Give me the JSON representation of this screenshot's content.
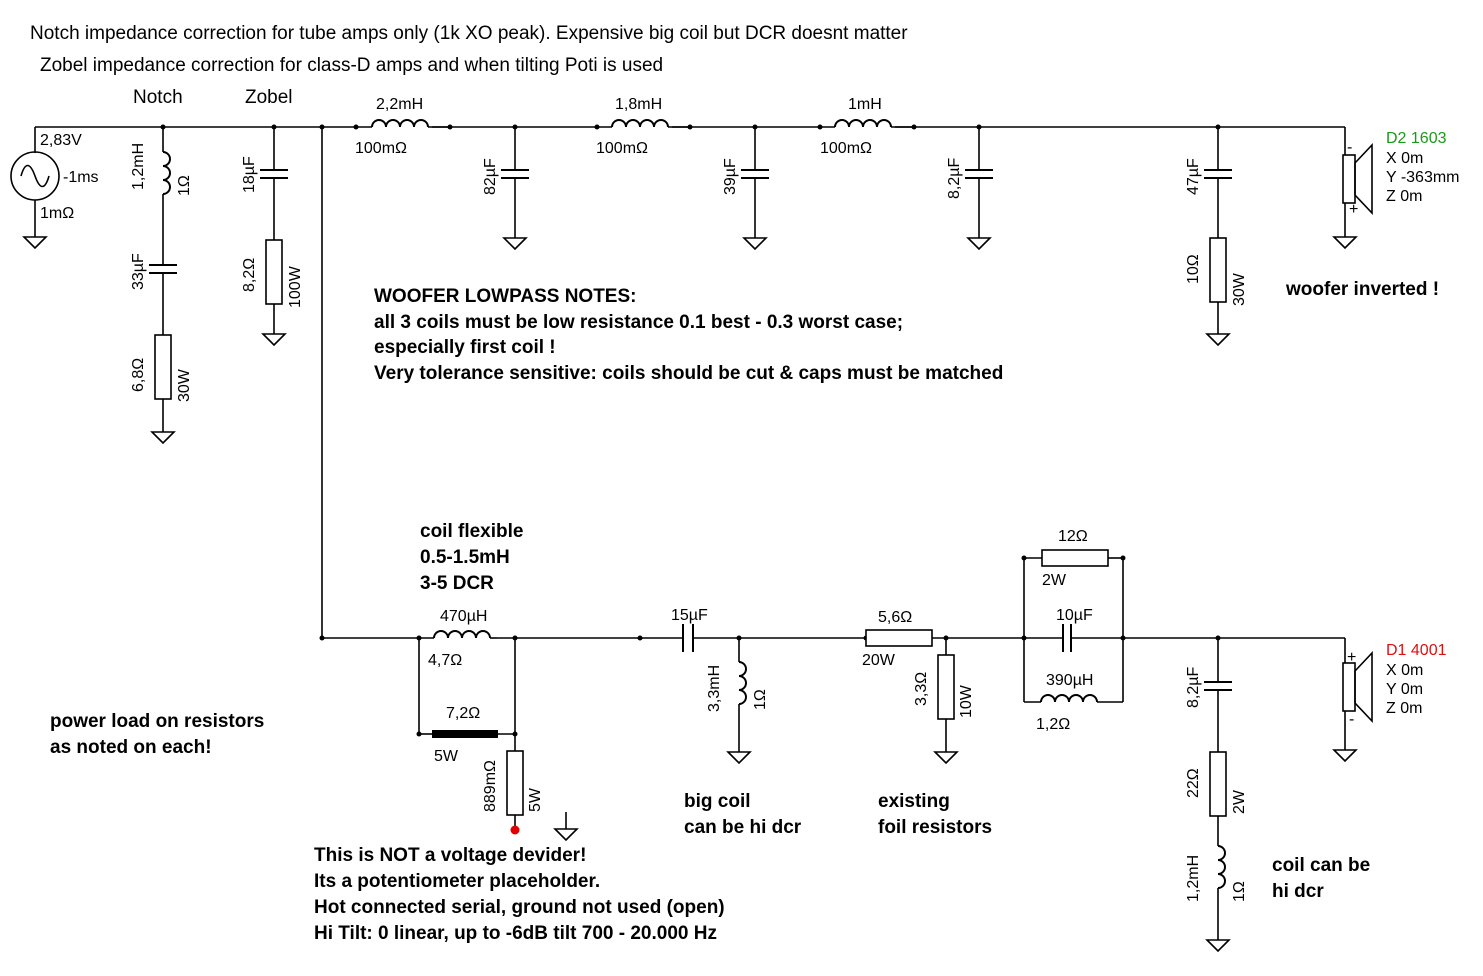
{
  "notes": {
    "notch_title": "Notch impedance correction for tube amps only (1k XO peak). Expensive big coil but DCR doesnt matter",
    "zobel_title": "Zobel impedance correction for class-D amps and when tilting Poti is used",
    "notch_label": "Notch",
    "zobel_label": "Zobel",
    "woofer_lines": [
      "WOOFER LOWPASS NOTES:",
      "all 3 coils must be low resistance 0.1 best - 0.3 worst case;",
      "especially first coil !",
      "Very tolerance sensitive: coils should be cut & caps must be matched"
    ],
    "woofer_inverted": "woofer inverted !",
    "coil_flexible": [
      "coil flexible",
      "0.5-1.5mH",
      "3-5 DCR"
    ],
    "power_load": [
      "power load on resistors",
      "as noted on each!"
    ],
    "big_coil": [
      "big coil",
      "can be hi dcr"
    ],
    "existing": [
      "existing",
      "foil resistors"
    ],
    "coil_hi_dcr": [
      "coil can be",
      "hi dcr"
    ],
    "pot_note": [
      "This is NOT a voltage devider!",
      "Its a potentiometer placeholder.",
      "Hot connected serial, ground not used (open)",
      "Hi Tilt: 0 linear, up to -6dB tilt 700 - 20.000 Hz"
    ]
  },
  "source": {
    "voltage": "2,83V",
    "delay": "-1ms",
    "resistance": "1mΩ"
  },
  "notch": {
    "coil": {
      "value": "1,2mH",
      "dcr": "1Ω"
    },
    "cap": "33µF",
    "res": {
      "value": "6,8Ω",
      "power": "30W"
    }
  },
  "zobel": {
    "cap": "18µF",
    "res": {
      "value": "8,2Ω",
      "power": "100W"
    }
  },
  "woofer": {
    "coils": [
      {
        "value": "2,2mH",
        "dcr": "100mΩ"
      },
      {
        "value": "1,8mH",
        "dcr": "100mΩ"
      },
      {
        "value": "1mH",
        "dcr": "100mΩ"
      }
    ],
    "shunt_caps": [
      "82µF",
      "39µF",
      "8,2µF"
    ],
    "zobel_cap": "47µF",
    "zobel_res": {
      "value": "10Ω",
      "power": "30W"
    },
    "driver": {
      "name": "D2 1603",
      "x": "X 0m",
      "y": "Y -363mm",
      "z": "Z 0m",
      "color": "#1a9a1a"
    }
  },
  "tweeter": {
    "coil": {
      "value": "470µH",
      "dcr": "4,7Ω"
    },
    "par_res": {
      "value": "7,2Ω",
      "power": "5W"
    },
    "pot_res": {
      "value": "889mΩ",
      "power": "5W"
    },
    "cap": "15µF",
    "shunt_coil": {
      "value": "3,3mH",
      "dcr": "1Ω"
    },
    "series_res": {
      "value": "5,6Ω",
      "power": "20W"
    },
    "shunt_res": {
      "value": "3,3Ω",
      "power": "10W"
    },
    "notch_res": {
      "value": "12Ω",
      "power": "2W"
    },
    "notch_cap": "10µF",
    "notch_coil": {
      "value": "390µH",
      "dcr": "1,2Ω"
    },
    "zobel_cap": "8,2µF",
    "zobel_res": {
      "value": "22Ω",
      "power": "2W"
    },
    "zobel_coil": {
      "value": "1,2mH",
      "dcr": "1Ω"
    },
    "driver": {
      "name": "D1 4001",
      "x": "X 0m",
      "y": "Y 0m",
      "z": "Z 0m",
      "color": "#e01010"
    }
  },
  "colors": {
    "wire": "#000000",
    "probe": "#e00000"
  }
}
